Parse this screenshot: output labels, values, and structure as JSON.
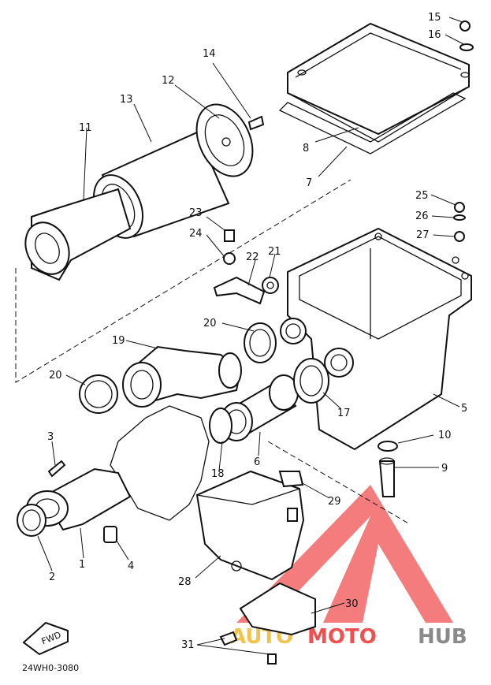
{
  "diagram": {
    "callouts": [
      "1",
      "2",
      "3",
      "4",
      "5",
      "6",
      "7",
      "8",
      "9",
      "10",
      "11",
      "12",
      "13",
      "14",
      "15",
      "16",
      "17",
      "18",
      "19",
      "20",
      "20",
      "21",
      "22",
      "23",
      "24",
      "25",
      "26",
      "27",
      "28",
      "29",
      "30",
      "31"
    ],
    "fwd_badge": "FWD",
    "drawing_code": "24WH0-3080"
  },
  "watermark": {
    "word_left": "AUTO",
    "word_mid": "MOTO",
    "word_right": "HUB",
    "colors": {
      "accent": "#f05050",
      "gold": "#f2c34a",
      "gray": "#8a8a8a"
    }
  }
}
